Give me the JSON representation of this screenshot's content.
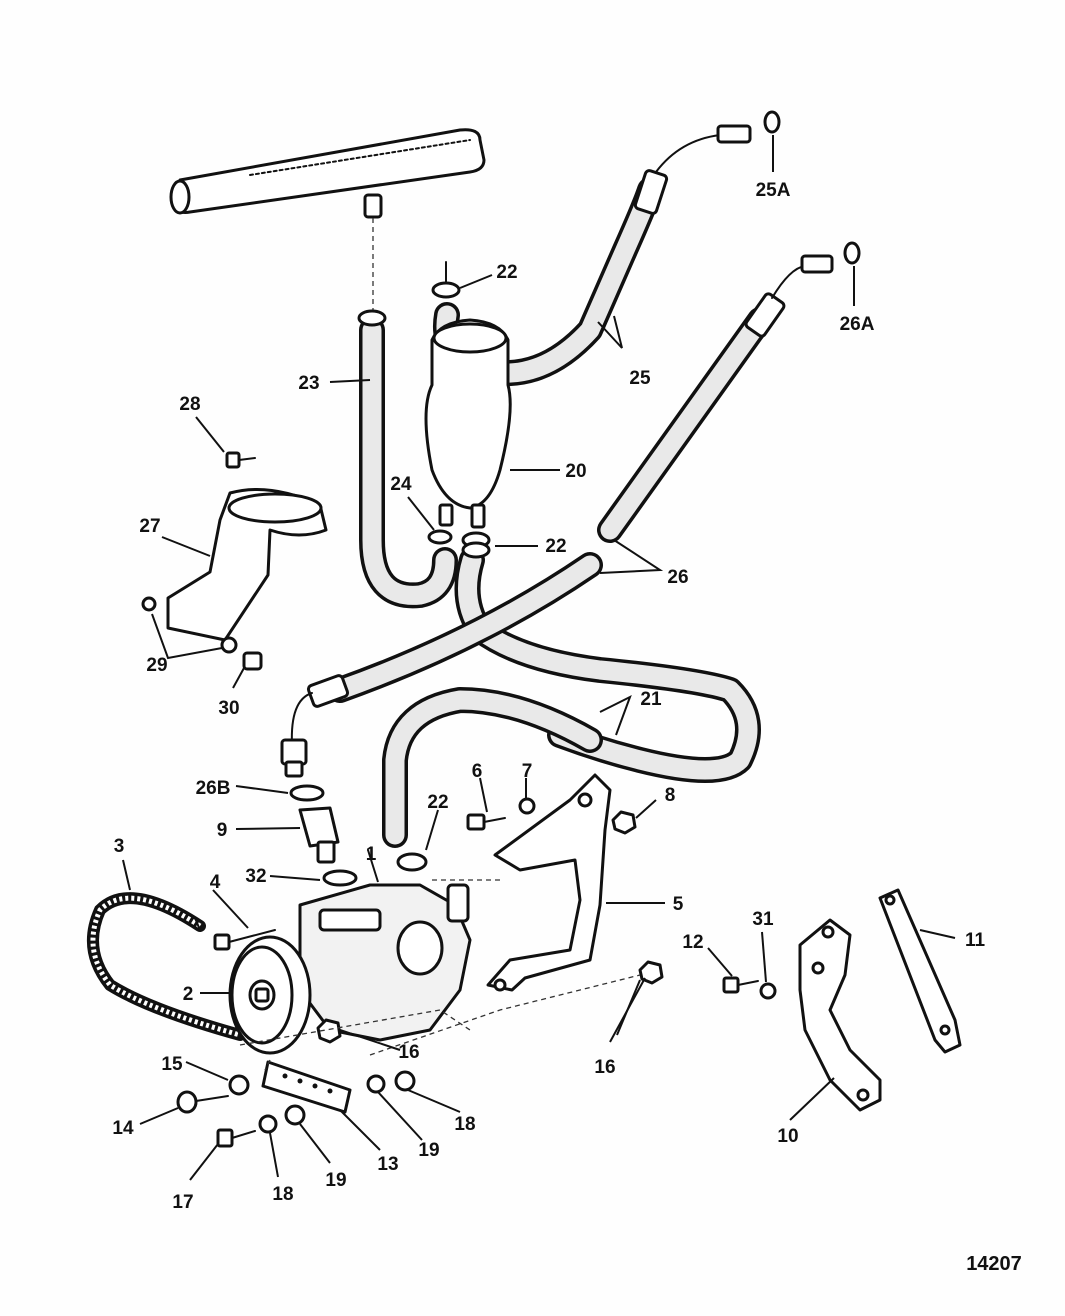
{
  "diagram": {
    "figure_number": "14207",
    "callouts": {
      "c1": "1",
      "c2": "2",
      "c3": "3",
      "c4": "4",
      "c5": "5",
      "c6": "6",
      "c7": "7",
      "c8": "8",
      "c9": "9",
      "c10": "10",
      "c11": "11",
      "c12": "12",
      "c13": "13",
      "c14": "14",
      "c15": "15",
      "c16a": "16",
      "c16b": "16",
      "c17": "17",
      "c18a": "18",
      "c18b": "18",
      "c19a": "19",
      "c19b": "19",
      "c20": "20",
      "c21": "21",
      "c22a": "22",
      "c22b": "22",
      "c22c": "22",
      "c23": "23",
      "c24": "24",
      "c25": "25",
      "c25a": "25A",
      "c26": "26",
      "c26a": "26A",
      "c26b": "26B",
      "c27": "27",
      "c28": "28",
      "c29": "29",
      "c30": "30",
      "c31": "31",
      "c32": "32"
    }
  }
}
